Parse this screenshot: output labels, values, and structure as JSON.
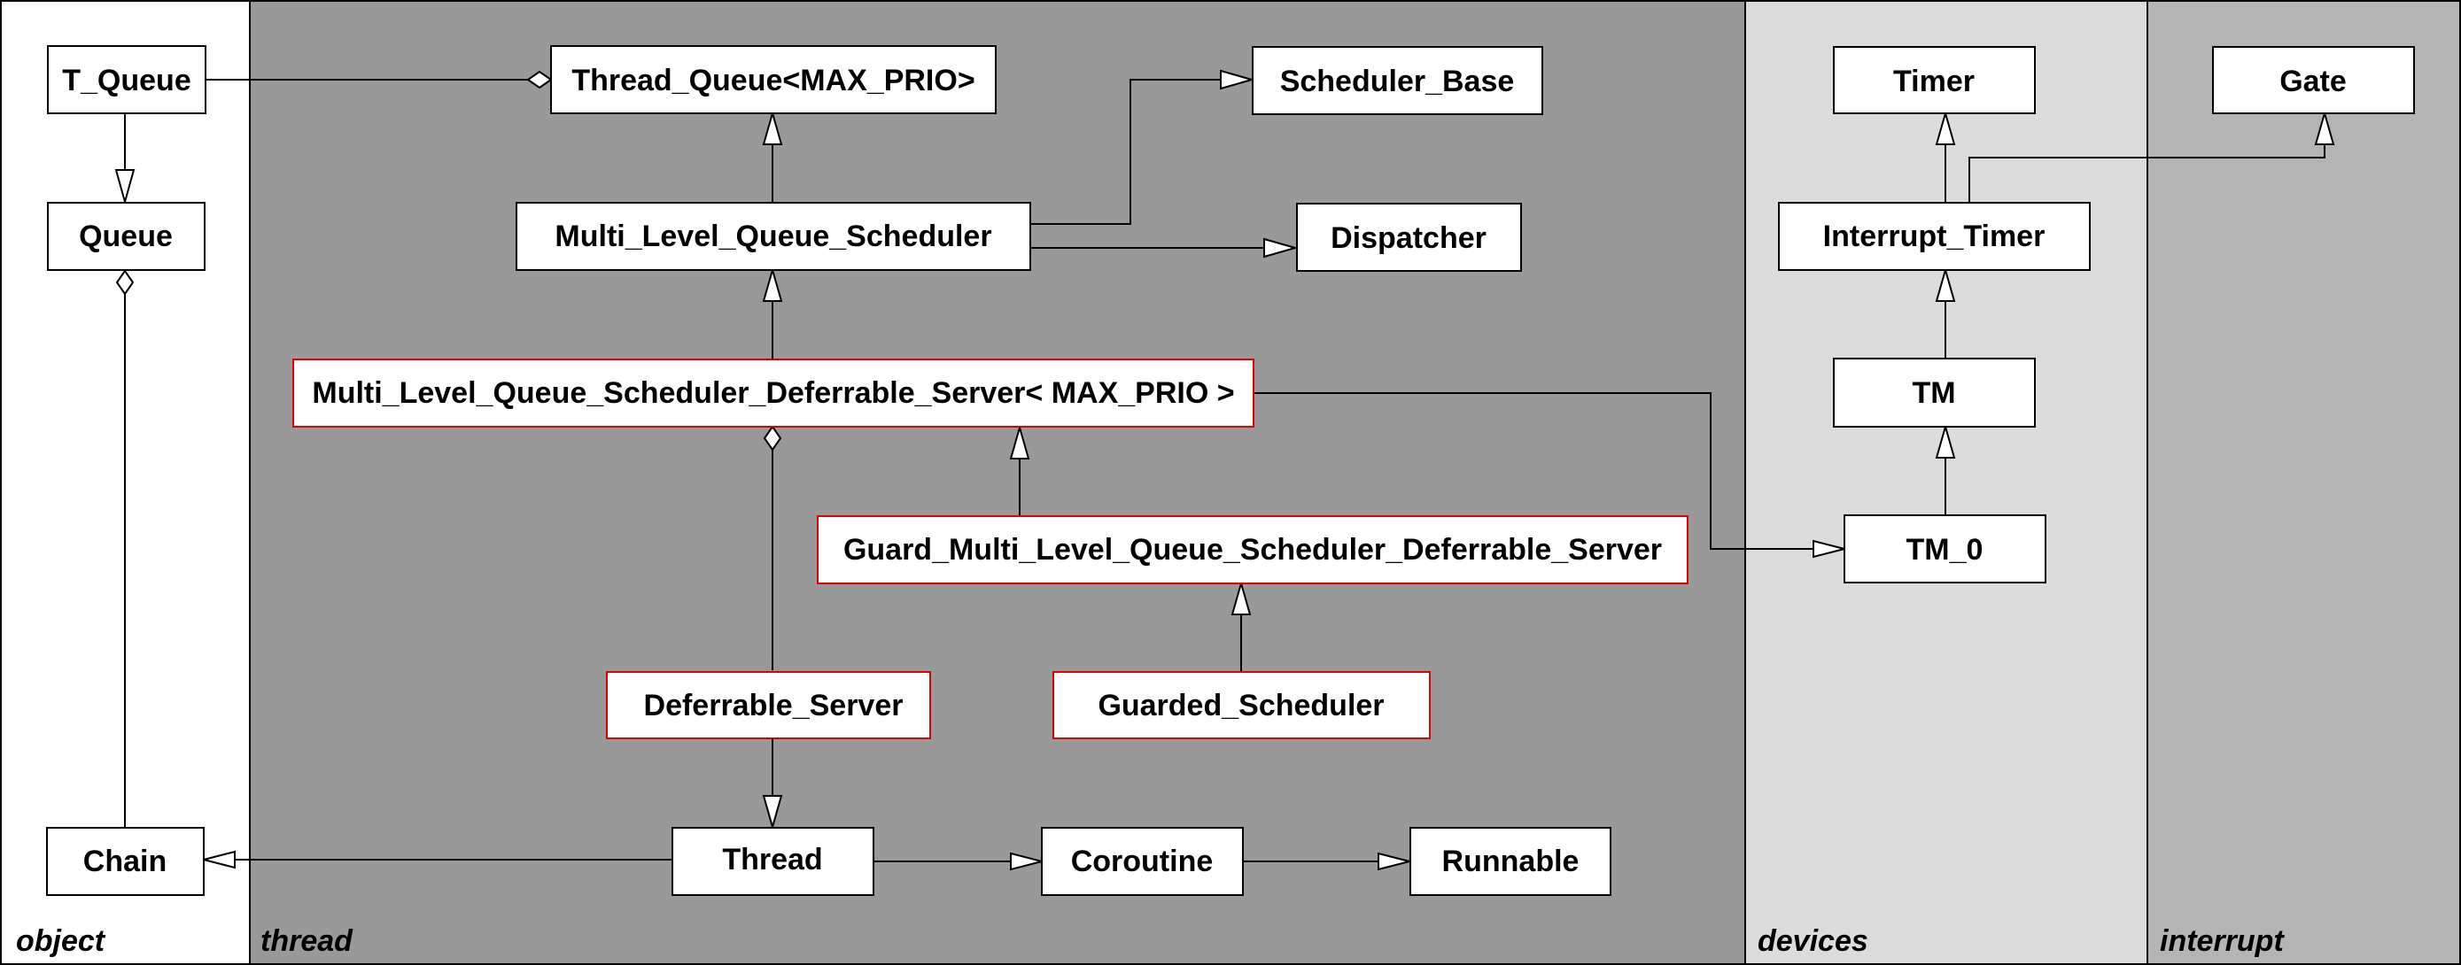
{
  "lanes": [
    {
      "id": "object",
      "label": "object",
      "fill": "#ffffff"
    },
    {
      "id": "thread",
      "label": "thread",
      "fill": "#999999"
    },
    {
      "id": "devices",
      "label": "devices",
      "fill": "#dcdcdc"
    },
    {
      "id": "interrupt",
      "label": "interrupt",
      "fill": "#b4b4b4"
    }
  ],
  "classes": [
    {
      "id": "t_queue",
      "label": "T_Queue",
      "highlighted": false
    },
    {
      "id": "queue",
      "label": "Queue",
      "highlighted": false
    },
    {
      "id": "chain",
      "label": "Chain",
      "highlighted": false
    },
    {
      "id": "thread_queue",
      "label": "Thread_Queue<MAX_PRIO>",
      "highlighted": false
    },
    {
      "id": "scheduler_base",
      "label": "Scheduler_Base",
      "highlighted": false
    },
    {
      "id": "mlqs",
      "label": "Multi_Level_Queue_Scheduler",
      "highlighted": false
    },
    {
      "id": "dispatcher",
      "label": "Dispatcher",
      "highlighted": false
    },
    {
      "id": "mlqsds",
      "label": "Multi_Level_Queue_Scheduler_Deferrable_Server< MAX_PRIO >",
      "highlighted": true
    },
    {
      "id": "guard_mlqsds",
      "label": "Guard_Multi_Level_Queue_Scheduler_Deferrable_Server",
      "highlighted": true
    },
    {
      "id": "deferrable_server",
      "label": "Deferrable_Server",
      "highlighted": true
    },
    {
      "id": "guarded_scheduler",
      "label": "Guarded_Scheduler",
      "highlighted": true
    },
    {
      "id": "thread",
      "label": "Thread",
      "highlighted": false
    },
    {
      "id": "coroutine",
      "label": "Coroutine",
      "highlighted": false
    },
    {
      "id": "runnable",
      "label": "Runnable",
      "highlighted": false
    },
    {
      "id": "timer",
      "label": "Timer",
      "highlighted": false
    },
    {
      "id": "interrupt_timer",
      "label": "Interrupt_Timer",
      "highlighted": false
    },
    {
      "id": "tm",
      "label": "TM",
      "highlighted": false
    },
    {
      "id": "tm_0",
      "label": "TM_0",
      "highlighted": false
    },
    {
      "id": "gate",
      "label": "Gate",
      "highlighted": false
    }
  ],
  "relations": [
    {
      "id": "t_queue-thread_queue",
      "from": "t_queue",
      "to": "thread_queue",
      "kind": "aggregation"
    },
    {
      "id": "t_queue-queue",
      "from": "t_queue",
      "to": "queue",
      "kind": "generalization"
    },
    {
      "id": "chain-queue",
      "from": "chain",
      "to": "queue",
      "kind": "aggregation"
    },
    {
      "id": "mlqs-thread_queue",
      "from": "mlqs",
      "to": "thread_queue",
      "kind": "generalization"
    },
    {
      "id": "mlqs-scheduler_base",
      "from": "mlqs",
      "to": "scheduler_base",
      "kind": "generalization"
    },
    {
      "id": "mlqs-dispatcher",
      "from": "mlqs",
      "to": "dispatcher",
      "kind": "generalization"
    },
    {
      "id": "mlqsds-mlqs",
      "from": "mlqsds",
      "to": "mlqs",
      "kind": "generalization"
    },
    {
      "id": "mlqsds-tm_0",
      "from": "mlqsds",
      "to": "tm_0",
      "kind": "association"
    },
    {
      "id": "guard_mlqsds-mlqsds",
      "from": "guard_mlqsds",
      "to": "mlqsds",
      "kind": "generalization"
    },
    {
      "id": "deferrable_server-mlqsds",
      "from": "deferrable_server",
      "to": "mlqsds",
      "kind": "aggregation"
    },
    {
      "id": "guarded_scheduler-guard_mlqsds",
      "from": "guarded_scheduler",
      "to": "guard_mlqsds",
      "kind": "generalization"
    },
    {
      "id": "deferrable_server-thread",
      "from": "deferrable_server",
      "to": "thread",
      "kind": "generalization"
    },
    {
      "id": "thread-chain",
      "from": "thread",
      "to": "chain",
      "kind": "association"
    },
    {
      "id": "thread-coroutine",
      "from": "thread",
      "to": "coroutine",
      "kind": "association"
    },
    {
      "id": "coroutine-runnable",
      "from": "coroutine",
      "to": "runnable",
      "kind": "association"
    },
    {
      "id": "interrupt_timer-timer",
      "from": "interrupt_timer",
      "to": "timer",
      "kind": "generalization"
    },
    {
      "id": "interrupt_timer-gate",
      "from": "interrupt_timer",
      "to": "gate",
      "kind": "generalization"
    },
    {
      "id": "tm-interrupt_timer",
      "from": "tm",
      "to": "interrupt_timer",
      "kind": "generalization"
    },
    {
      "id": "tm_0-tm",
      "from": "tm_0",
      "to": "tm",
      "kind": "generalization"
    }
  ],
  "colors": {
    "box_fill": "#ffffff",
    "box_border": "#000000",
    "highlight_border": "#e00000",
    "line": "#000000"
  }
}
